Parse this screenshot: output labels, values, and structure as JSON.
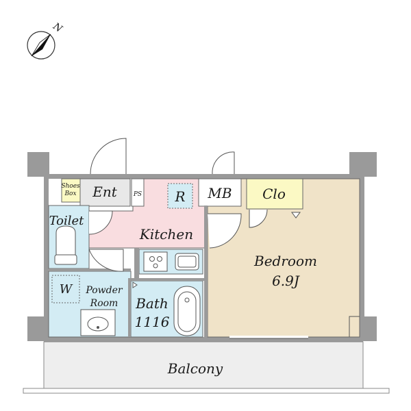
{
  "compass": {
    "label": "N"
  },
  "rooms": {
    "shoes_box_line1": "Shoes",
    "shoes_box_line2": "Box",
    "entrance": "Ent",
    "ps": "PS",
    "refrigerator": "R",
    "mb": "MB",
    "closet": "Clo",
    "toilet": "Toilet",
    "kitchen": "Kitchen",
    "bedroom": "Bedroom",
    "bedroom_size": "6.9J",
    "washer": "W",
    "powder_room_line1": "Powder",
    "powder_room_line2": "Room",
    "bath": "Bath",
    "bath_size": "1116",
    "balcony": "Balcony"
  },
  "colors": {
    "bedroom": "#f0e3c8",
    "kitchen": "#f9dde0",
    "wet_area": "#d3ecf4",
    "closet": "#fbf9c4",
    "wall": "#9a9a9a",
    "balcony": "#eeeeee"
  }
}
